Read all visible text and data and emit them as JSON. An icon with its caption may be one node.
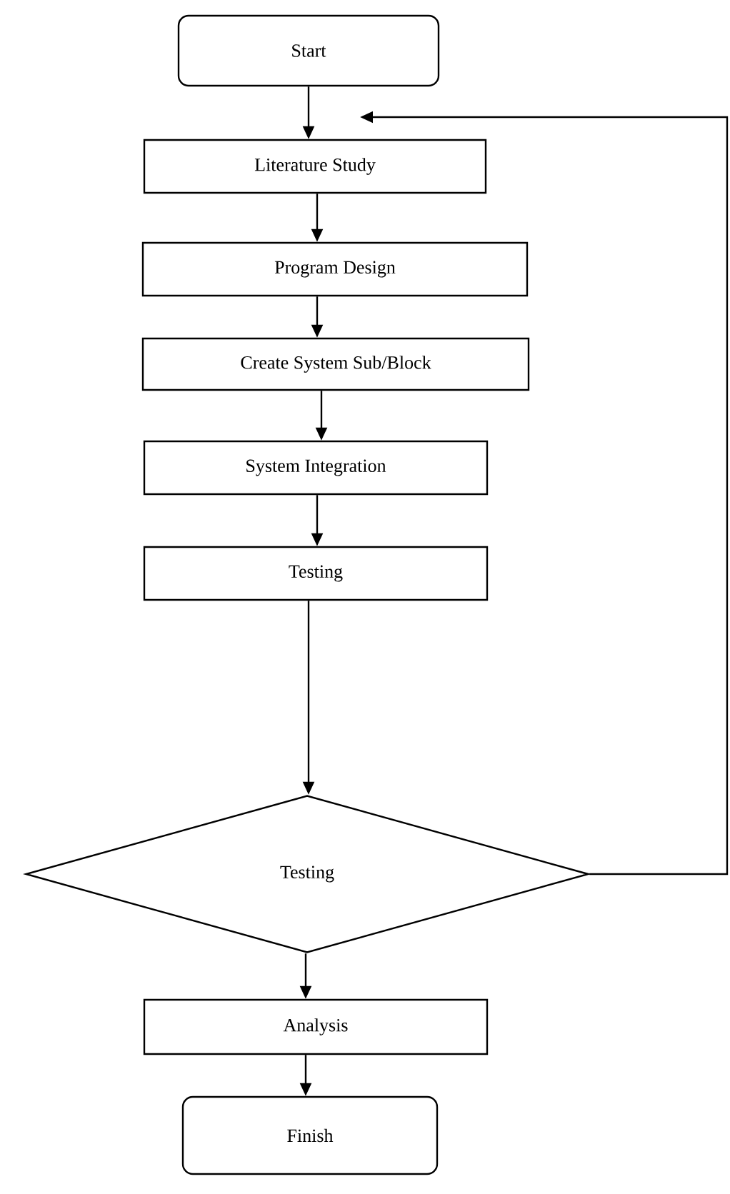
{
  "diagram": {
    "nodes": [
      {
        "text": [
          "Start"
        ]
      },
      {
        "text": [
          "Literature Study"
        ]
      },
      {
        "text": [
          "Program Design"
        ]
      },
      {
        "text": [
          "Create System Sub/Block"
        ]
      },
      {
        "text": [
          "System Integration"
        ]
      },
      {
        "text": [
          "Testing"
        ]
      },
      {
        "text": [
          "Testing"
        ]
      },
      {
        "text": [
          "Analysis"
        ]
      },
      {
        "text": [
          "Finish"
        ]
      }
    ],
    "edges": [
      {
        "from": 0,
        "to": 1,
        "arrow": "to"
      },
      {
        "from": 1,
        "to": 2,
        "arrow": "to"
      },
      {
        "from": 2,
        "to": 3,
        "arrow": "to"
      },
      {
        "from": 3,
        "to": 4,
        "arrow": "to"
      },
      {
        "from": 4,
        "to": 5,
        "arrow": "to"
      },
      {
        "from": 5,
        "to": 6,
        "arrow": "to"
      },
      {
        "from": 6,
        "to": 7,
        "arrow": "to"
      },
      {
        "from": 7,
        "to": 8,
        "arrow": "to"
      },
      {
        "from": 6,
        "to": 1,
        "arrow": "to"
      }
    ]
  }
}
